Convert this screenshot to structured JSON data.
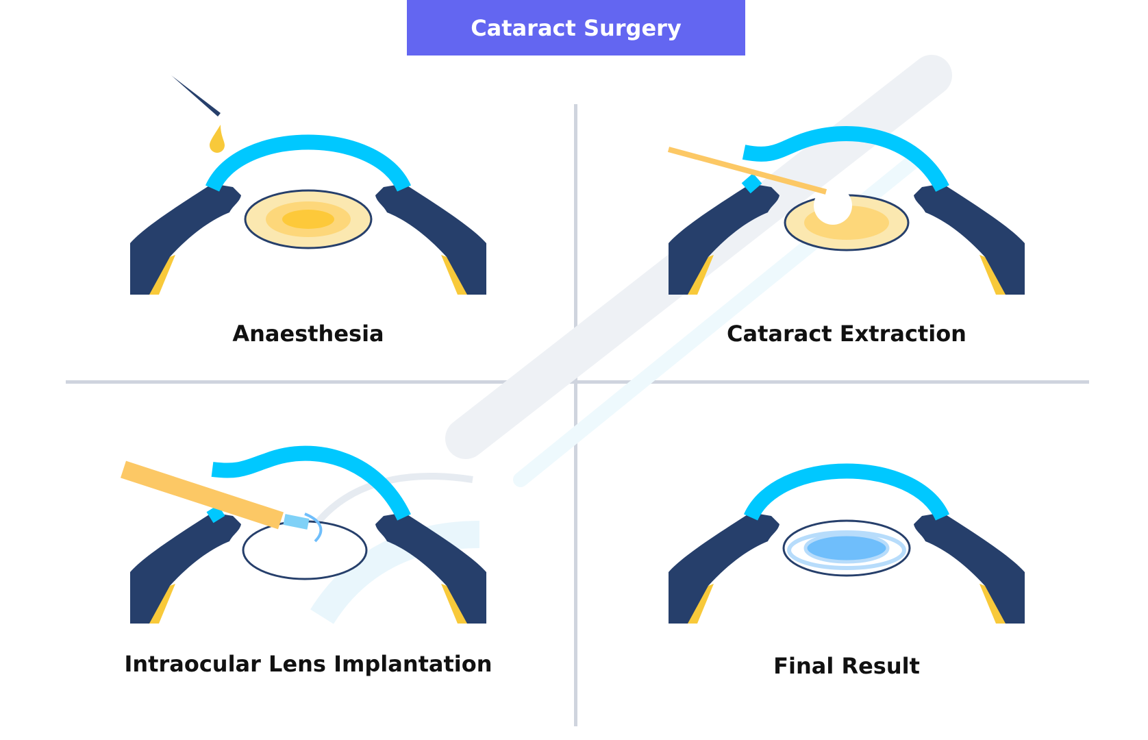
{
  "title": "Cataract Surgery",
  "colors": {
    "banner": "#6366f1",
    "cornea": "#00c8ff",
    "socket": "#263f6b",
    "sclera_accent": "#f8c93a",
    "lens_outer": "#fbe8b0",
    "lens_mid": "#fdd77a",
    "lens_core": "#fdc93a",
    "iol_outer": "#b7dcfb",
    "iol_core": "#6fbefb",
    "instrument": "#fcc865",
    "divider": "#cfd4de"
  },
  "panels": [
    {
      "id": "anaesthesia",
      "caption": "Anaesthesia"
    },
    {
      "id": "extraction",
      "caption": "Cataract Extraction"
    },
    {
      "id": "implantation",
      "caption": "Intraocular Lens Implantation"
    },
    {
      "id": "result",
      "caption": "Final Result"
    }
  ]
}
